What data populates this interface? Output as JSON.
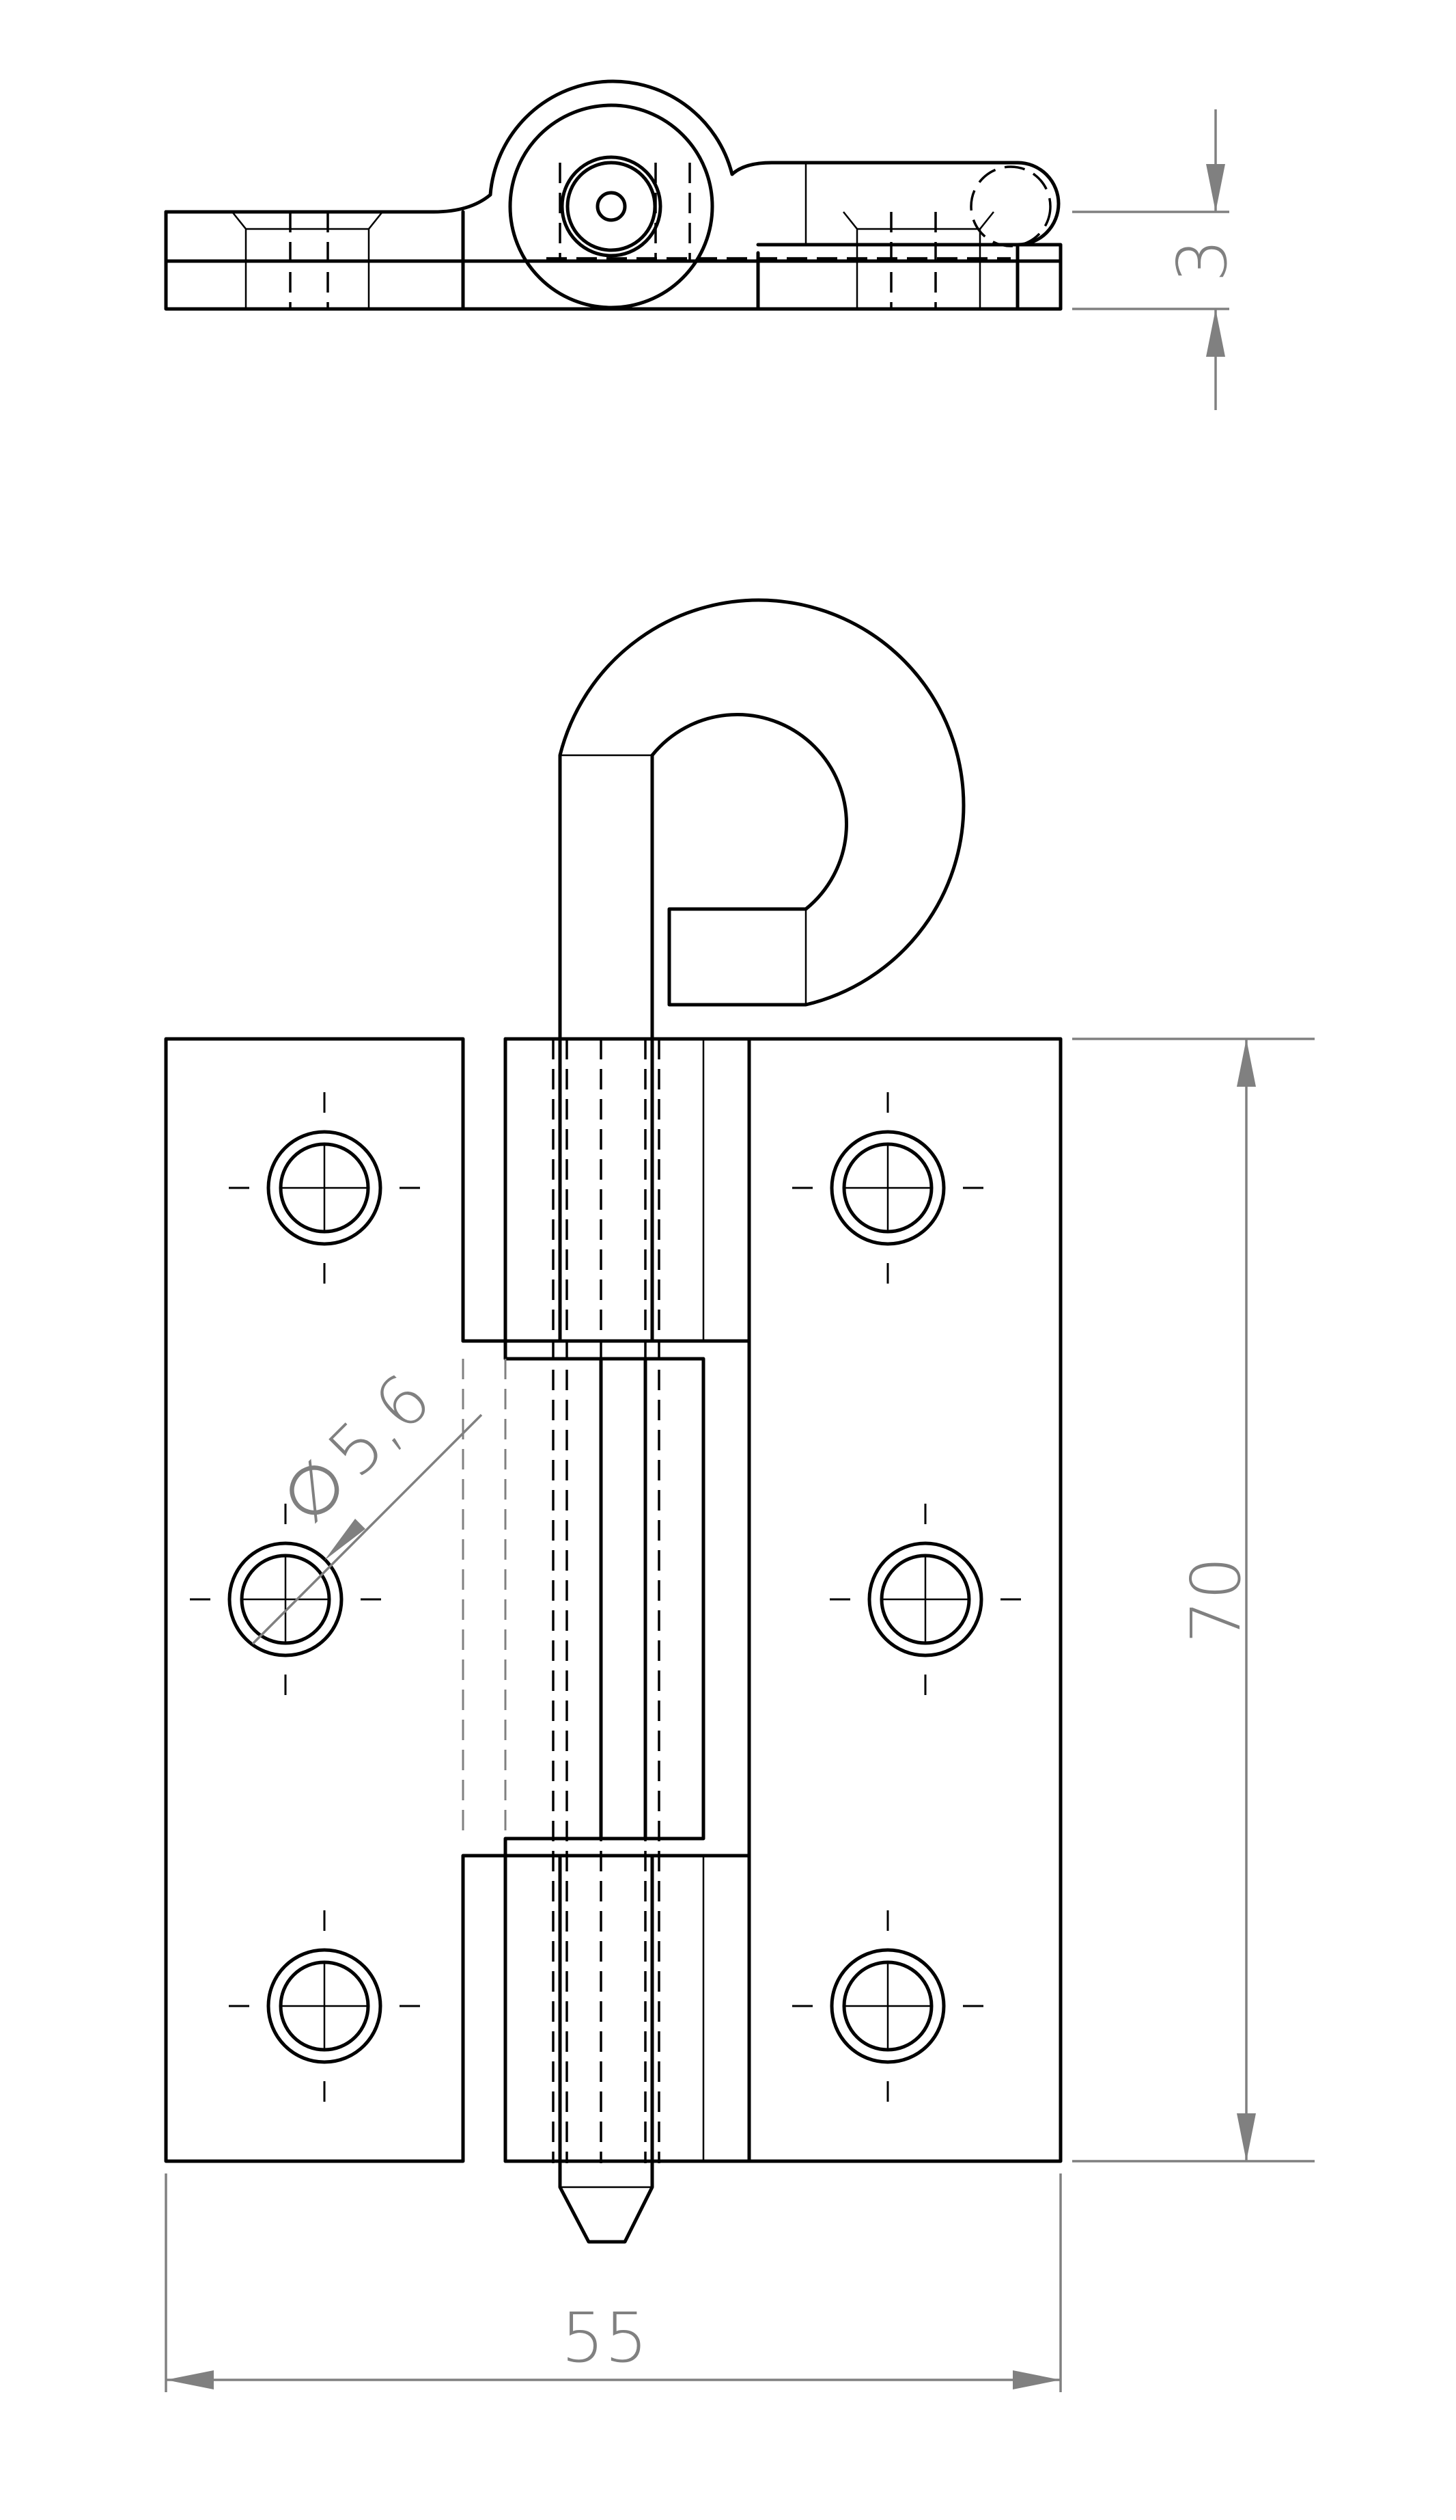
{
  "dimensions": {
    "width": "55",
    "height": "70",
    "thickness": "3",
    "hole_diameter": "5,6",
    "diameter_symbol": "∅"
  }
}
